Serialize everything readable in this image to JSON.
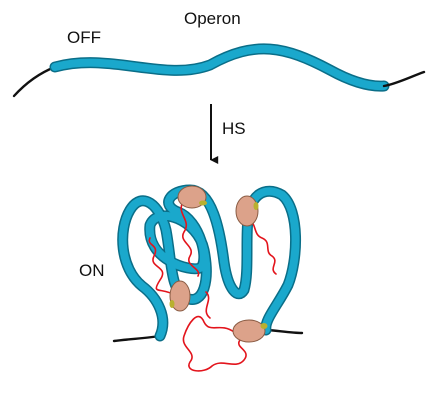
{
  "labels": {
    "operon": "Operon",
    "off": "OFF",
    "hs": "HS",
    "on": "ON"
  },
  "colors": {
    "dna_fiber": "#1aa8cc",
    "dna_outline": "#0a6e88",
    "flank_dna": "#111111",
    "transcript": "#e3141c",
    "polymerase": "#dca28a",
    "polymerase_edge": "#8a5c44",
    "polymerase_tip": "#b8b030",
    "text": "#111111"
  },
  "icons": [
    "down-arrow-icon"
  ]
}
